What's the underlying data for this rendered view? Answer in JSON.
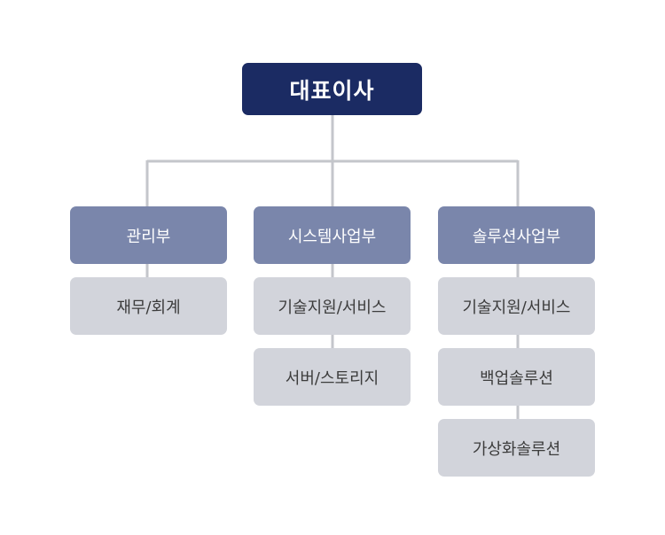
{
  "org_chart": {
    "root": "대표이사",
    "departments": [
      {
        "label": "관리부",
        "teams": [
          "재무/회계"
        ]
      },
      {
        "label": "시스템사업부",
        "teams": [
          "기술지원/서비스",
          "서버/스토리지"
        ]
      },
      {
        "label": "솔루션사업부",
        "teams": [
          "기술지원/서비스",
          "백업솔루션",
          "가상화솔루션"
        ]
      }
    ]
  },
  "colors": {
    "root_bg": "#1b2b63",
    "department_bg": "#7a86ab",
    "team_bg": "#d2d4db",
    "connector": "#c4c6cb"
  }
}
